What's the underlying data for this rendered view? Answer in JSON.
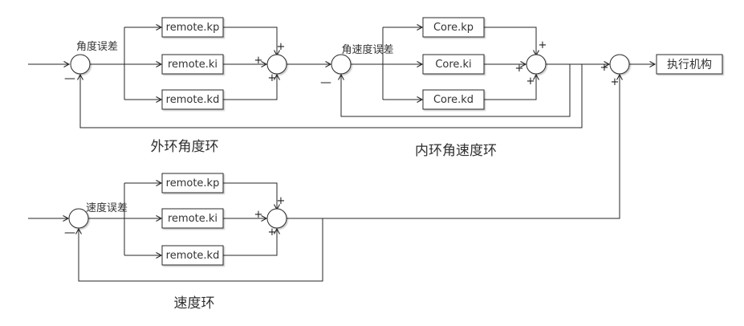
{
  "diagram": {
    "background": "#ffffff",
    "line_color": "#262626",
    "text_color": "#333333",
    "signs": {
      "plus": "+",
      "minus": "—"
    },
    "loops": {
      "angle": {
        "error_label": "角度误差",
        "caption": "外环角度环",
        "blocks": {
          "kp": "remote.kp",
          "ki": "remote.ki",
          "kd": "remote.kd"
        }
      },
      "rate": {
        "error_label": "角速度误差",
        "caption": "内环角速度环",
        "blocks": {
          "kp": "Core.kp",
          "ki": "Core.ki",
          "kd": "Core.kd"
        }
      },
      "speed": {
        "error_label": "速度误差",
        "caption": "速度环",
        "blocks": {
          "kp": "remote.kp",
          "ki": "remote.ki",
          "kd": "remote.kd"
        }
      }
    },
    "actuator": {
      "label": "执行机构"
    }
  }
}
